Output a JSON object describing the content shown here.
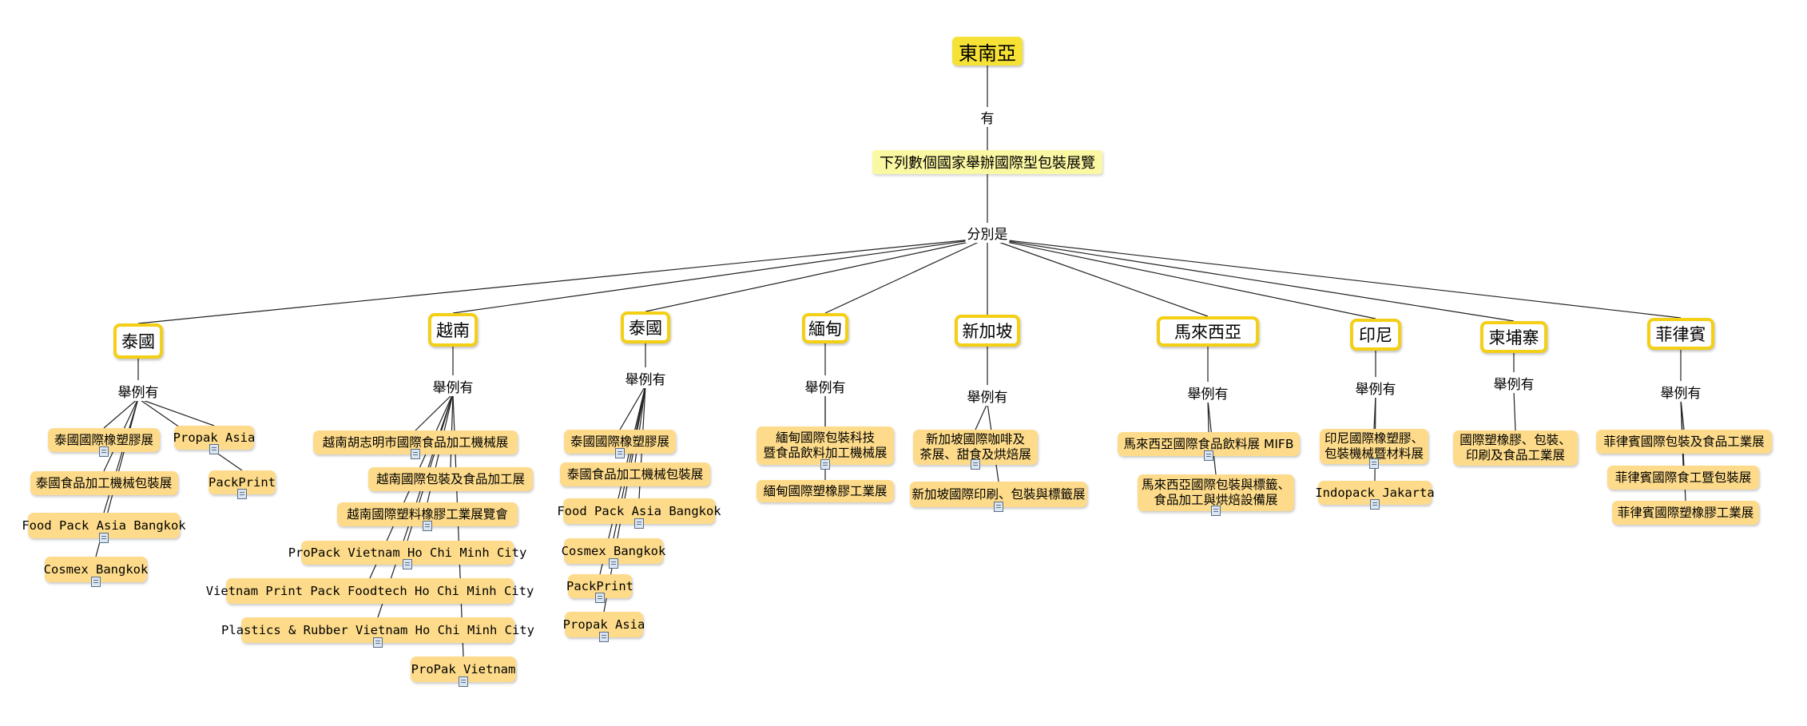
{
  "root": "東南亞",
  "root_link": "有",
  "sub": "下列數個國家舉辦國際型包裝展覽",
  "sub_link": "分別是",
  "example_label": "舉例有",
  "colors": {
    "root": "#f6e235",
    "sub": "#fbf8a3",
    "country_border": "#f3cf16",
    "leaf": "#fddb8a"
  },
  "countries": [
    {
      "name": "泰國",
      "leaves": [
        "泰國國際橡塑膠展",
        "Propak Asia",
        "PackPrint",
        "泰國食品加工機械包裝展",
        "Food Pack Asia Bangkok",
        "Cosmex Bangkok"
      ]
    },
    {
      "name": "越南",
      "leaves": [
        "越南胡志明市國際食品加工機械展",
        "越南國際包裝及食品加工展",
        "越南國際塑料橡膠工業展覽會",
        "ProPack Vietnam Ho Chi Minh City",
        "Vietnam Print Pack Foodtech Ho Chi Minh City",
        "Plastics & Rubber Vietnam Ho Chi Minh City",
        "ProPak Vietnam"
      ]
    },
    {
      "name": "泰國",
      "leaves": [
        "泰國國際橡塑膠展",
        "泰國食品加工機械包裝展",
        "Food Pack Asia Bangkok",
        "Cosmex Bangkok",
        "PackPrint",
        "Propak Asia"
      ]
    },
    {
      "name": "緬甸",
      "leaves": [
        "緬甸國際包裝科技\n暨食品飲料加工機械展",
        "緬甸國際塑橡膠工業展"
      ]
    },
    {
      "name": "新加坡",
      "leaves": [
        "新加坡國際咖啡及\n茶展、甜食及烘焙展",
        "新加坡國際印刷、包裝與標籤展"
      ]
    },
    {
      "name": "馬來西亞",
      "leaves": [
        "馬來西亞國際食品飲料展 MIFB",
        "馬來西亞國際包裝與標籤、\n食品加工與烘焙設備展"
      ]
    },
    {
      "name": "印尼",
      "leaves": [
        "印尼國際橡塑膠、\n包裝機械暨材料展",
        "Indopack Jakarta"
      ]
    },
    {
      "name": "柬埔寨",
      "leaves": [
        "國際塑橡膠、包裝、\n印刷及食品工業展"
      ]
    },
    {
      "name": "菲律賓",
      "leaves": [
        "菲律賓國際包裝及食品工業展",
        "菲律賓國際食工暨包裝展",
        "菲律賓國際塑橡膠工業展"
      ]
    }
  ]
}
